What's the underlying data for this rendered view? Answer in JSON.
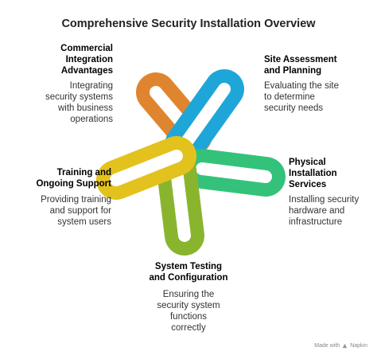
{
  "title": "Comprehensive Security Installation Overview",
  "colors": {
    "orange": "#E0852F",
    "blue": "#1FA6D8",
    "green": "#34C27A",
    "olive": "#89B52E",
    "yellow": "#E3C21E"
  },
  "items": {
    "commercial": {
      "heading": "Commercial\nIntegration\nAdvantages",
      "desc": "Integrating\nsecurity systems\nwith business\noperations"
    },
    "site": {
      "heading": "Site Assessment\nand Planning",
      "desc": "Evaluating the site\nto determine\nsecurity needs"
    },
    "physical": {
      "heading": "Physical\nInstallation\nServices",
      "desc": "Installing security\nhardware and\ninfrastructure"
    },
    "testing": {
      "heading": "System Testing\nand Configuration",
      "desc": "Ensuring the\nsecurity system\nfunctions\ncorrectly"
    },
    "training": {
      "heading": "Training and\nOngoing Support",
      "desc": "Providing training\nand support for\nsystem users"
    }
  },
  "watermark": {
    "prefix": "Made with",
    "brand": "Napkin"
  }
}
